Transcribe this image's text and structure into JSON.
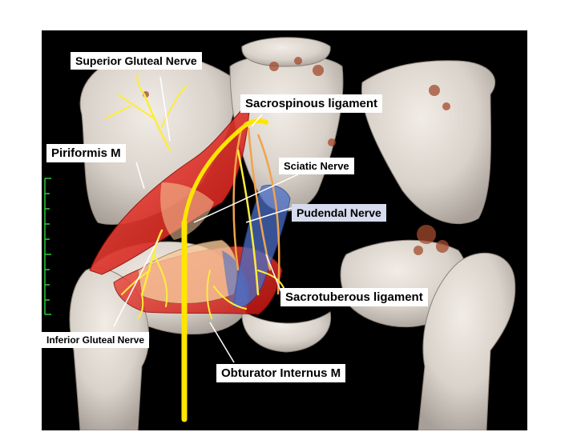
{
  "labels": {
    "superior_gluteal_nerve": "Superior Gluteal Nerve",
    "sacrospinous_ligament": "Sacrospinous ligament",
    "piriformis_m": "Piriformis M",
    "sciatic_nerve": "Sciatic Nerve",
    "pudendal_nerve": "Pudendal Nerve",
    "sacrotuberous_ligament": "Sacrotuberous ligament",
    "inferior_gluteal_nerve": "Inferior Gluteal Nerve",
    "obturator_internus_m": "Obturator Internus M"
  },
  "colors": {
    "background": "#000000",
    "bone": "#dcd6cf",
    "muscle": "#e8231c",
    "nerve": "#ffec3a",
    "sciatic_nerve": "#ffe600",
    "ligament": "#f2a34a",
    "pudendal_region": "#4a6fc8",
    "label_fill": "#ffffff",
    "label_fill_highlight": "#d6dcee"
  }
}
